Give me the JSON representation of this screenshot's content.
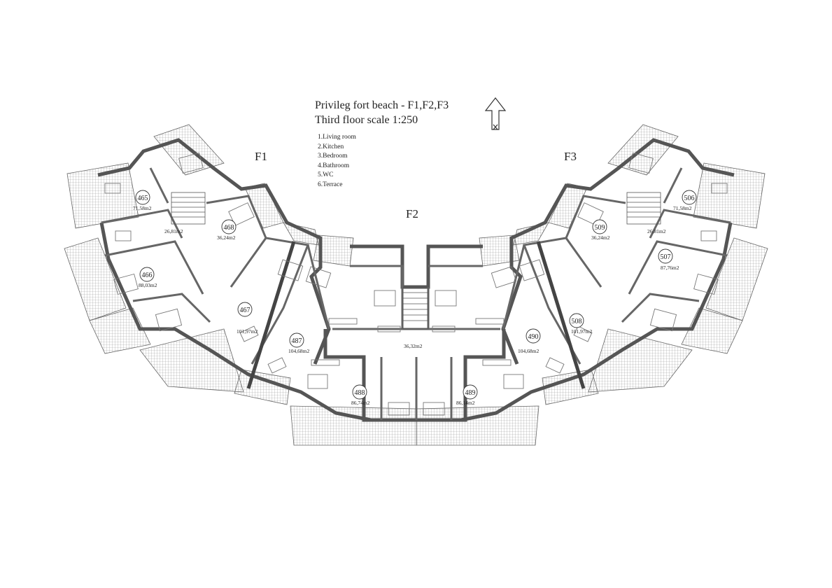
{
  "title": {
    "line1": "Privileg fort beach - F1,F2,F3",
    "line2": "Third  floor scale 1:250"
  },
  "legend": [
    "1.Living room",
    "2.Kitchen",
    "3.Bedroom",
    "4.Bathroom",
    "5.WC",
    "6.Terrace"
  ],
  "blocks": {
    "f1": "F1",
    "f2": "F2",
    "f3": "F3"
  },
  "units": [
    {
      "id": "465",
      "area": "71,58m2"
    },
    {
      "id": "468",
      "area": "36,24m2"
    },
    {
      "id": "466",
      "area": "88,03m2"
    },
    {
      "id": "467",
      "area": "101,97m2"
    },
    {
      "id": "487",
      "area": "104,68m2"
    },
    {
      "id": "488",
      "area": "86,74m2"
    },
    {
      "id": "489",
      "area": "86,14m2"
    },
    {
      "id": "490",
      "area": "104,68m2"
    },
    {
      "id": "508",
      "area": "101,97m2"
    },
    {
      "id": "507",
      "area": "87,76m2"
    },
    {
      "id": "509",
      "area": "36,24m2"
    },
    {
      "id": "506",
      "area": "71,58m2"
    }
  ],
  "common_areas": [
    "26,81m2",
    "36,32m2",
    "26,81m2"
  ]
}
